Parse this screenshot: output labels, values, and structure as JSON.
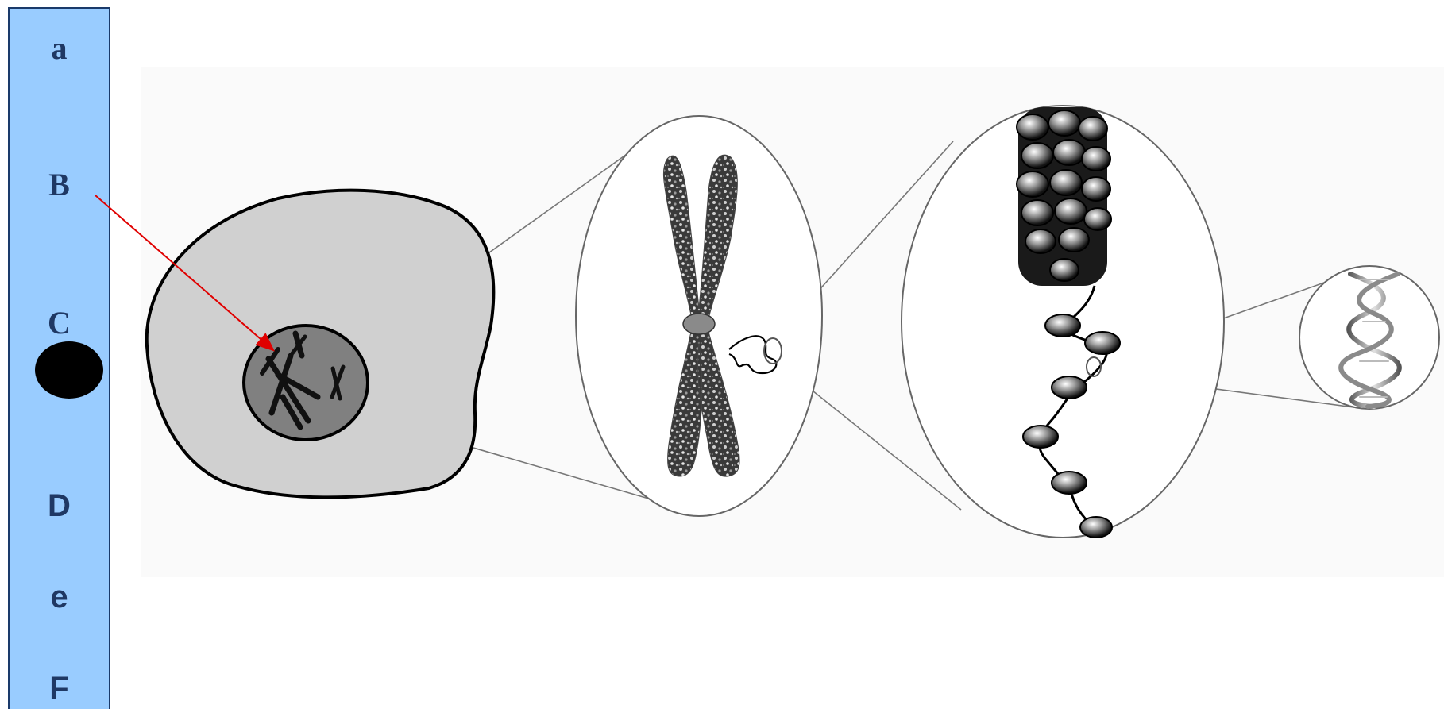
{
  "sidebar": {
    "labels": [
      "a",
      "B",
      "C",
      "D",
      "e",
      "F"
    ]
  },
  "colors": {
    "sidebar_background": "#99ccff",
    "sidebar_text": "#1f3864",
    "pointer_arrow": "#e00000",
    "cell_fill": "#d0d0d0",
    "nucleus_fill": "#808080",
    "panel_background": "#fafafa"
  },
  "icons": {
    "sidebar_marker": "black-dot-icon",
    "pointer": "red-arrow-icon"
  }
}
